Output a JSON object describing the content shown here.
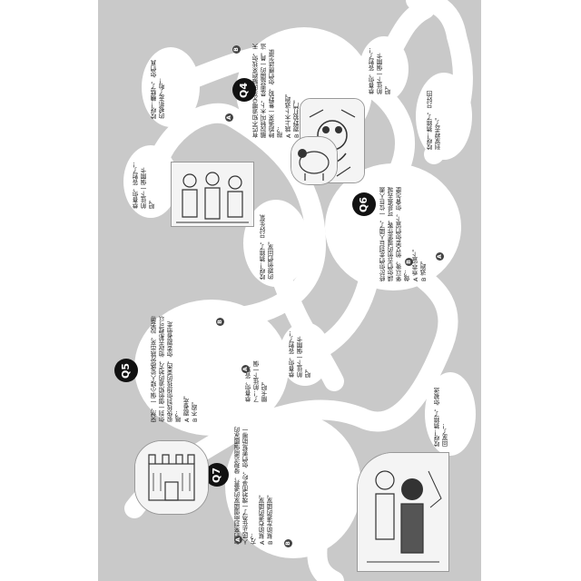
{
  "questions": {
    "q4": {
      "badge": "Q4",
      "text": "有匹不知道哪兒來的驢跑來找你，天鵝說牠叫木卜，是奧茲國的一員。這時跑過來一隻野狼，你們應該怎麼辦？\nA 跳上木卜逃跑。\nB 跟野狼打鬥。",
      "options": [
        "A",
        "B"
      ]
    },
    "q5": {
      "badge": "Q5",
      "text": "突然，一個小矮人從路旁跳出來，說要帶你到一個他知道的地方，他說去那裡可以很快找到你想找的東西，你要跟著他走嗎？\nA 跟著走。\nB 不跟。",
      "options": [
        "A",
        "B"
      ]
    },
    "q6": {
      "badge": "Q6",
      "text": "終於你們走到巨人國了，一位巨人邀請你們去他的城堡作客，可是進去城堡以後，他又要你們留下，你會怎麼做？\nA 乖乖留下。\nB 逃跑。",
      "options": [
        "A",
        "B"
      ]
    },
    "q7": {
      "badge": "Q7",
      "text": "你們來到兩個國家的邊界，發現這兩個國家的人民正在為了一塊地而爭吵，你們要幫助哪一方？\nA 幫助右邊的國家。\nB 幫助左邊的國家。",
      "options": [
        "A",
        "B"
      ]
    }
  },
  "results": {
    "r1": "哎呀！糟糕了，你們真的被抓走了啦！",
    "r2": "恭喜你，答對了！前往下一個關卡吧。",
    "r3": "哎呀！猜錯了，只好生氣的跟他們回家。",
    "r4": "恭喜你，答對了！前往下一個關卡吧。",
    "r5": "恭喜你，答對了！前往下一個關卡吧。",
    "r6": "哎呀！猜錯了，你被送回家了！",
    "r7": "恭喜你，答對了！前往下一個關卡吧。",
    "r8": "哎呀！猜錯了，只好回到家裡去了。"
  },
  "colors": {
    "background": "#c9c9c9",
    "path": "#ffffff",
    "badge": "#111111"
  },
  "icons": [
    "frog-illustration",
    "crowd-illustration",
    "sheep-illustration",
    "castle-illustration",
    "kids-illustration"
  ]
}
